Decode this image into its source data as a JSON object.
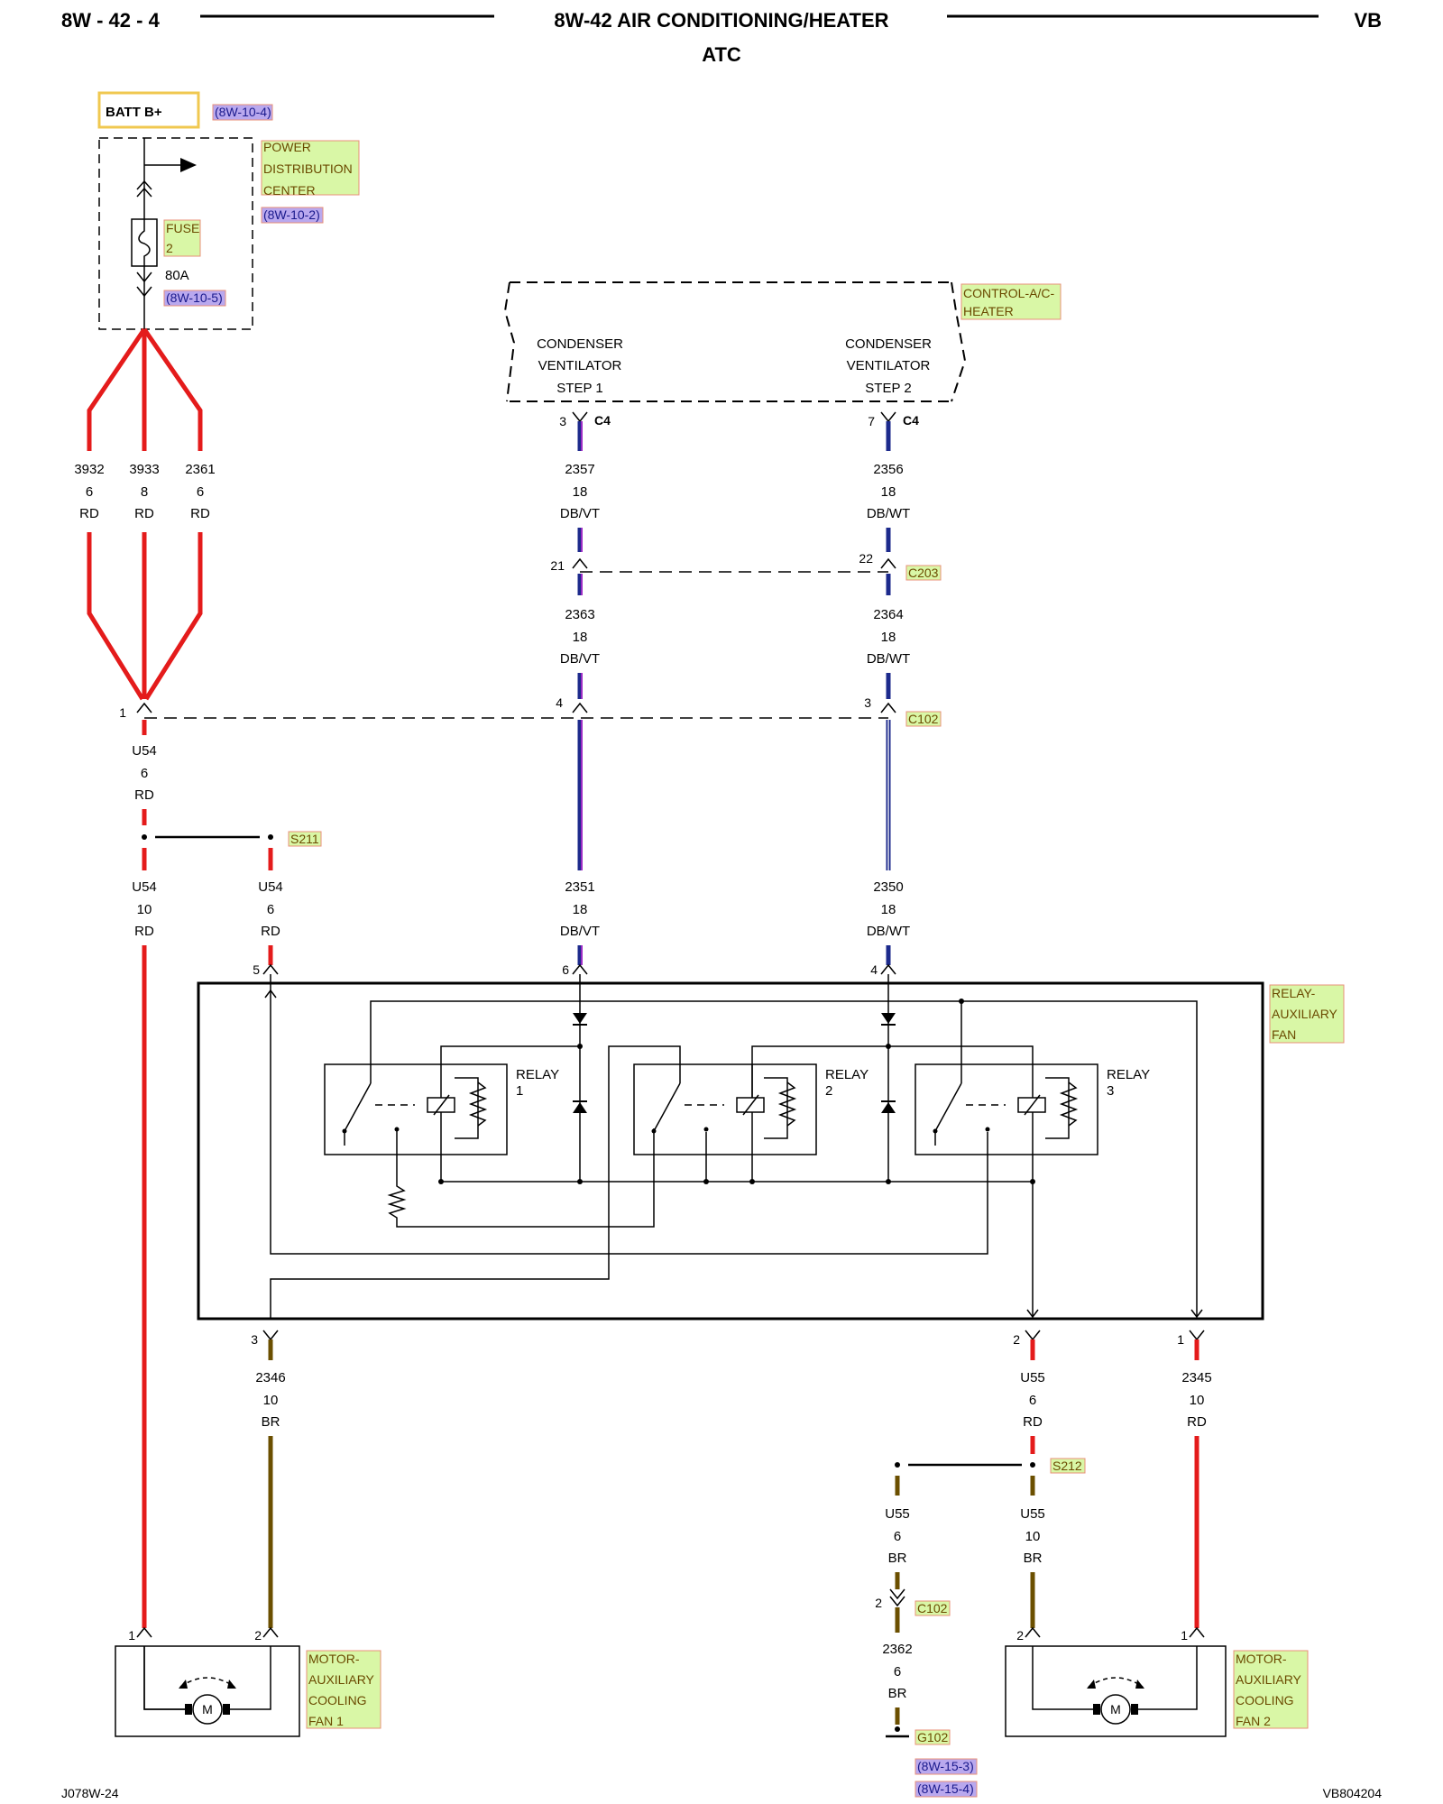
{
  "header": {
    "page_id": "8W - 42 - 4",
    "title": "8W-42 AIR CONDITIONING/HEATER",
    "subtitle": "ATC",
    "model": "VB"
  },
  "footer": {
    "left": "J078W-24",
    "right": "VB804204"
  },
  "components": {
    "batt": "BATT B+",
    "batt_ref": "(8W-10-4)",
    "pdc_l1": "POWER",
    "pdc_l2": "DISTRIBUTION",
    "pdc_l3": "CENTER",
    "pdc_ref": "(8W-10-2)",
    "fuse_l1": "FUSE",
    "fuse_l2": "2",
    "fuse_rating": "80A",
    "fuse_ref": "(8W-10-5)",
    "ctrl_l1": "CONTROL-A/C-",
    "ctrl_l2": "HEATER",
    "cv_s1_l1": "CONDENSER",
    "cv_s1_l2": "VENTILATOR",
    "cv_s1_l3": "STEP 1",
    "cv_s2_l1": "CONDENSER",
    "cv_s2_l2": "VENTILATOR",
    "cv_s2_l3": "STEP 2",
    "relay_l1": "RELAY-",
    "relay_l2": "AUXILIARY",
    "relay_l3": "FAN",
    "relay1_l1": "RELAY",
    "relay1_l2": "1",
    "relay2_l1": "RELAY",
    "relay2_l2": "2",
    "relay3_l1": "RELAY",
    "relay3_l2": "3",
    "motor1_l1": "MOTOR-",
    "motor1_l2": "AUXILIARY",
    "motor1_l3": "COOLING",
    "motor1_l4": "FAN 1",
    "motor2_l1": "MOTOR-",
    "motor2_l2": "AUXILIARY",
    "motor2_l3": "COOLING",
    "motor2_l4": "FAN 2",
    "motor_symbol": "M",
    "ground_ref1": "(8W-15-3)",
    "ground_ref2": "(8W-15-4)"
  },
  "connectors": {
    "c4": "C4",
    "c203": "C203",
    "c102": "C102",
    "s211": "S211",
    "s212": "S212",
    "g102": "G102"
  },
  "pins": {
    "c4_step1": "3",
    "c4_step2": "7",
    "c203_a": "21",
    "c203_b": "22",
    "c102_a": "1",
    "c102_b": "4",
    "c102_c": "3",
    "c102_d": "2",
    "relay_p5": "5",
    "relay_p6": "6",
    "relay_p4": "4",
    "relay_p3": "3",
    "relay_p2": "2",
    "relay_p1": "1",
    "m1_p1": "1",
    "m1_p2": "2",
    "m2_p2": "2",
    "m2_p1": "1"
  },
  "wires": [
    {
      "circuit": "3932",
      "gauge": "6",
      "color": "RD"
    },
    {
      "circuit": "3933",
      "gauge": "8",
      "color": "RD"
    },
    {
      "circuit": "2361",
      "gauge": "6",
      "color": "RD"
    },
    {
      "circuit": "2357",
      "gauge": "18",
      "color": "DB/VT"
    },
    {
      "circuit": "2356",
      "gauge": "18",
      "color": "DB/WT"
    },
    {
      "circuit": "2363",
      "gauge": "18",
      "color": "DB/VT"
    },
    {
      "circuit": "2364",
      "gauge": "18",
      "color": "DB/WT"
    },
    {
      "circuit": "U54",
      "gauge": "6",
      "color": "RD"
    },
    {
      "circuit": "U54",
      "gauge": "10",
      "color": "RD"
    },
    {
      "circuit": "U54",
      "gauge": "6",
      "color": "RD"
    },
    {
      "circuit": "2351",
      "gauge": "18",
      "color": "DB/VT"
    },
    {
      "circuit": "2350",
      "gauge": "18",
      "color": "DB/WT"
    },
    {
      "circuit": "2346",
      "gauge": "10",
      "color": "BR"
    },
    {
      "circuit": "U55",
      "gauge": "6",
      "color": "RD"
    },
    {
      "circuit": "2345",
      "gauge": "10",
      "color": "RD"
    },
    {
      "circuit": "U55",
      "gauge": "6",
      "color": "BR"
    },
    {
      "circuit": "U55",
      "gauge": "10",
      "color": "BR"
    },
    {
      "circuit": "2362",
      "gauge": "6",
      "color": "BR"
    }
  ],
  "colors": {
    "red_wire": "#e41b1b",
    "blue_wire": "#1c2a8c",
    "violet_tracer": "#9b2cc4",
    "brown_wire": "#6b4f00",
    "tag_fill": "#d9f7a6",
    "tag_border": "#e8907a",
    "ref_fill": "#b9a8ee",
    "ref_border": "#e8907a",
    "batt_border": "#f0c850"
  }
}
